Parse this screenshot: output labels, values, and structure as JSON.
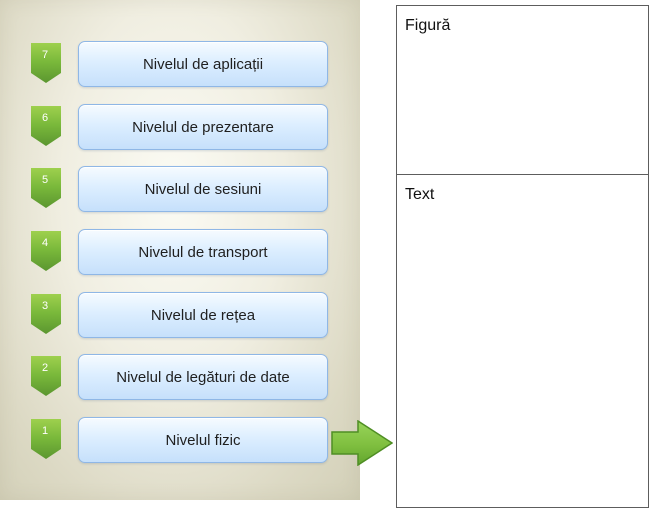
{
  "osi_layers": [
    {
      "number": "7",
      "label": "Nivelul de aplicații"
    },
    {
      "number": "6",
      "label": "Nivelul de prezentare"
    },
    {
      "number": "5",
      "label": "Nivelul de sesiuni"
    },
    {
      "number": "4",
      "label": "Nivelul de transport"
    },
    {
      "number": "3",
      "label": "Nivelul de rețea"
    },
    {
      "number": "2",
      "label": "Nivelul de legături de date"
    },
    {
      "number": "1",
      "label": "Nivelul fizic"
    }
  ],
  "right_panel": {
    "figure_label": "Figură",
    "text_label": "Text"
  },
  "colors": {
    "badge_green": "#79b83a",
    "layer_blue": "#dceeff",
    "layer_border": "#8fb7e6",
    "arrow_green": "#7fbf3f",
    "panel_border": "#5d5d5d"
  },
  "icons": {
    "layer_marker": "green-number-badge-icon",
    "connector": "right-arrow-icon"
  }
}
